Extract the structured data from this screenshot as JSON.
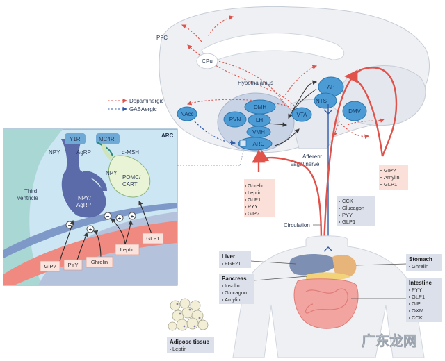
{
  "brain": {
    "regions": {
      "pfc": "PFC",
      "cpu": "CPu",
      "hypothalamus": "Hypothalamus",
      "nacc": "NAcc",
      "dmh": "DMH",
      "pvn": "PVN",
      "lh": "LH",
      "vmh": "VMH",
      "arc": "ARC",
      "vta": "VTA",
      "ap": "AP",
      "nts": "NTS",
      "dmv": "DMV"
    },
    "afferent_label_1": "Afferent",
    "afferent_label_2": "vagal nerve"
  },
  "legend": {
    "items": [
      {
        "label": "Dopaminergic",
        "color": "#e0524a"
      },
      {
        "label": "GABAergic",
        "color": "#2f5aa8"
      }
    ]
  },
  "arc_panel": {
    "title": "ARC",
    "y1r": "Y1R",
    "mc4r": "MC4R",
    "npy_top": "NPY",
    "agrp_top": "AgRP",
    "alpha_msh": "α-MSH",
    "npy_mid": "NPY",
    "pomc_1": "POMC/",
    "pomc_2": "CART",
    "npy_agrp_1": "NPY/",
    "npy_agrp_2": "AgRP",
    "third_1": "Third",
    "third_2": "ventricle",
    "signs": [
      "−",
      "+",
      "−",
      "+",
      "+"
    ],
    "hormones": {
      "gip": "GIP?",
      "pyy": "PYY",
      "ghrelin": "Ghrelin",
      "leptin": "Leptin",
      "glp1": "GLP1"
    }
  },
  "boxes": {
    "circulating": [
      "Ghrelin",
      "Leptin",
      "GLP1",
      "PYY",
      "GIP?"
    ],
    "vagal": [
      "CCK",
      "Glucagon",
      "PYY",
      "GLP1"
    ],
    "ap_signals": [
      "GIP?",
      "Amylin",
      "GLP1"
    ],
    "circulation_label": "Circulation"
  },
  "organs": {
    "liver": {
      "title": "Liver",
      "items": [
        "FGF21"
      ]
    },
    "pancreas": {
      "title": "Pancreas",
      "items": [
        "Insulin",
        "Glucagon",
        "Amylin"
      ]
    },
    "stomach": {
      "title": "Stomach",
      "items": [
        "Ghrelin"
      ]
    },
    "intestine": {
      "title": "Intestine",
      "items": [
        "PYY",
        "GLP1",
        "GIP",
        "OXM",
        "CCK"
      ]
    },
    "adipose": {
      "title": "Adipose tissue",
      "items": [
        "Leptin"
      ]
    }
  },
  "watermark": "广东龙网"
}
